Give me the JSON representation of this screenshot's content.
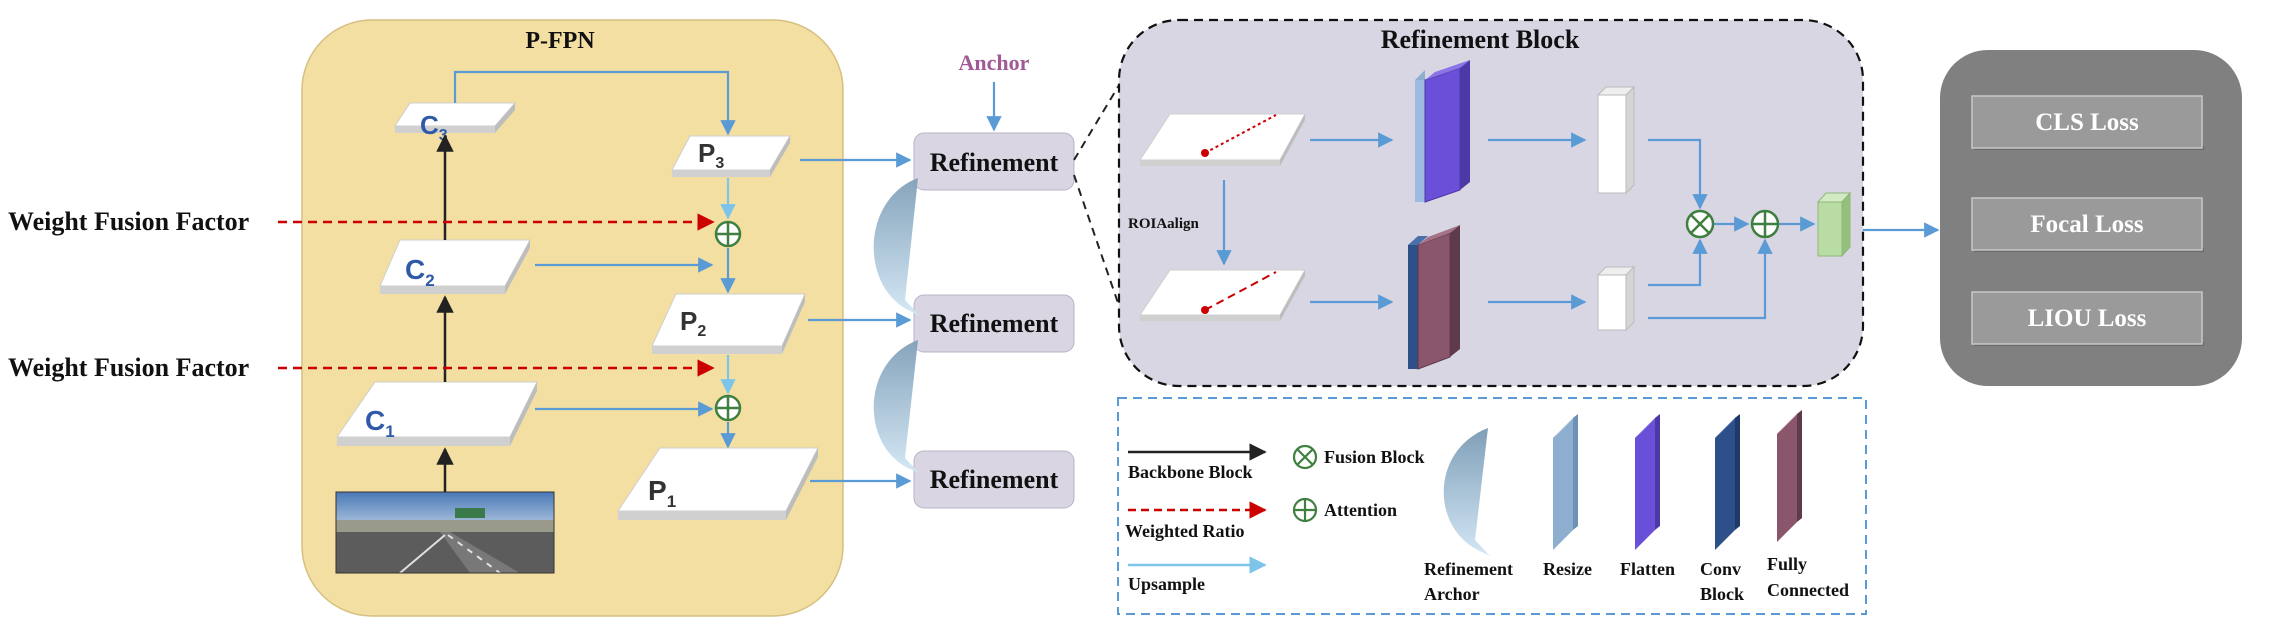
{
  "pfpn": {
    "title": "P-FPN",
    "c3": "C",
    "c3_sub": "3",
    "c2": "C",
    "c2_sub": "2",
    "c1": "C",
    "c1_sub": "1",
    "p3": "P",
    "p3_sub": "3",
    "p2": "P",
    "p2_sub": "2",
    "p1": "P",
    "p1_sub": "1"
  },
  "weight_fusion_top": "Weight Fusion Factor",
  "weight_fusion_bottom": "Weight Fusion Factor",
  "anchor": "Anchor",
  "refinement_top": "Refinement",
  "refinement_mid": "Refinement",
  "refinement_bottom": "Refinement",
  "refinement_block": {
    "title": "Refinement Block",
    "roi_label": "ROIAalign"
  },
  "losses": [
    "CLS Loss",
    "Focal Loss",
    "LIOU Loss"
  ],
  "legend": {
    "backbone": "Backbone Block",
    "weighted": "Weighted Ratio",
    "upsample": "Upsample",
    "fusion": "Fusion Block",
    "attention": "Attention",
    "refinement_anchor_1": "Refinement",
    "refinement_anchor_2": "Archor",
    "resize": "Resize",
    "flatten": "Flatten",
    "conv_1": "Conv",
    "conv_2": "Block",
    "fc_1": "Fully",
    "fc_2": "Connected"
  },
  "colors": {
    "pfpn_bg": "#f3dfa2",
    "pfpn_border": "#d6bf80",
    "arrow_blue": "#5b9bd5",
    "arrow_light": "#7cc4ea",
    "dash_red": "#cc0000",
    "anchor_text": "#a05a96",
    "refine_box": "#d9d5e2",
    "block_bg": "#d9d6e4",
    "loss_panel": "#808080",
    "loss_btn": "#9a9a9a",
    "fusion_green": "#3f7f3f",
    "resize": "#8eaed0",
    "flatten": "#6a4fd9",
    "conv": "#2d4f8a",
    "fc": "#8a566c",
    "output_green": "#b8dca3"
  }
}
